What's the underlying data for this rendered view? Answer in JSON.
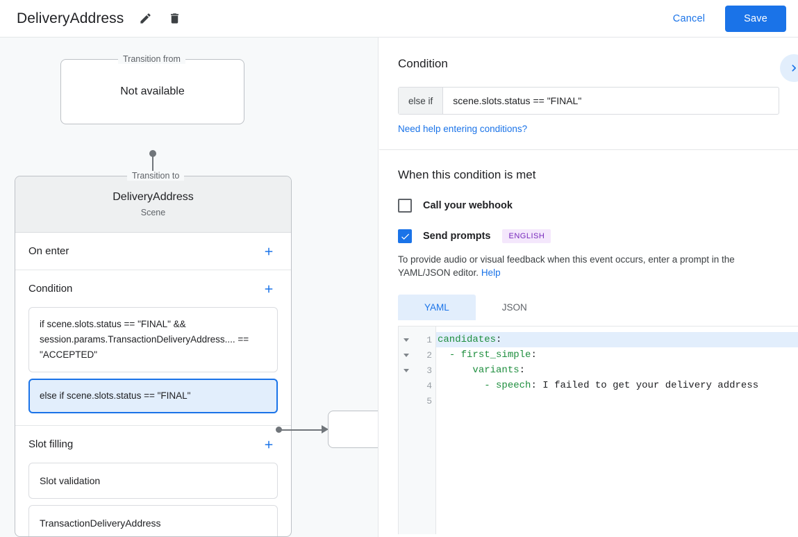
{
  "header": {
    "title": "DeliveryAddress",
    "edit_icon": "pencil-icon",
    "delete_icon": "trash-icon",
    "cancel_label": "Cancel",
    "save_label": "Save",
    "accent_color": "#1a73e8"
  },
  "diagram": {
    "transition_from": {
      "legend": "Transition from",
      "value": "Not available"
    },
    "transition_to": {
      "legend": "Transition to",
      "scene_name": "DeliveryAddress",
      "scene_type": "Scene"
    },
    "sections": [
      {
        "label": "On enter",
        "add_icon": "plus-icon"
      },
      {
        "label": "Condition",
        "add_icon": "plus-icon"
      },
      {
        "label": "Slot filling",
        "add_icon": "plus-icon"
      }
    ],
    "conditions": [
      {
        "text": "if scene.slots.status == \"FINAL\" && session.params.TransactionDeliveryAddress.... == \"ACCEPTED\"",
        "selected": false
      },
      {
        "text": "else if scene.slots.status == \"FINAL\"",
        "selected": true
      }
    ],
    "slot_filling": [
      {
        "text": "Slot validation"
      },
      {
        "text": "TransactionDeliveryAddress"
      }
    ]
  },
  "right_panel": {
    "condition_title": "Condition",
    "collapse_icon": "chevron-right-icon",
    "condition_prefix": "else if",
    "condition_value": "scene.slots.status == \"FINAL\"",
    "help_conditions_link": "Need help entering conditions?",
    "met_title": "When this condition is met",
    "webhook": {
      "label": "Call your webhook",
      "checked": false
    },
    "prompts": {
      "label": "Send prompts",
      "checked": true,
      "language_badge": "ENGLISH",
      "badge_bg": "#f4e7fc",
      "badge_color": "#7627bb"
    },
    "helper_text": "To provide audio or visual feedback when this event occurs, enter a prompt in the YAML/JSON editor.",
    "helper_link": "Help",
    "tabs": [
      {
        "label": "YAML",
        "active": true
      },
      {
        "label": "JSON",
        "active": false
      }
    ],
    "editor": {
      "lines": [
        {
          "number": "1",
          "foldable": true,
          "highlight": true,
          "indent": "",
          "dash": "",
          "key": "candidates",
          "colon": ":",
          "value": ""
        },
        {
          "number": "2",
          "foldable": true,
          "highlight": false,
          "indent": "  ",
          "dash": "- ",
          "key": "first_simple",
          "colon": ":",
          "value": ""
        },
        {
          "number": "3",
          "foldable": true,
          "highlight": false,
          "indent": "      ",
          "dash": "",
          "key": "variants",
          "colon": ":",
          "value": ""
        },
        {
          "number": "4",
          "foldable": false,
          "highlight": false,
          "indent": "        ",
          "dash": "- ",
          "key": "speech",
          "colon": ": ",
          "value": "I failed to get your delivery address"
        },
        {
          "number": "5",
          "foldable": false,
          "highlight": false,
          "indent": "",
          "dash": "",
          "key": "",
          "colon": "",
          "value": ""
        }
      ],
      "key_color": "#1e8e3e",
      "text_color": "#202124",
      "active_line_bg": "#e2eefc"
    }
  }
}
